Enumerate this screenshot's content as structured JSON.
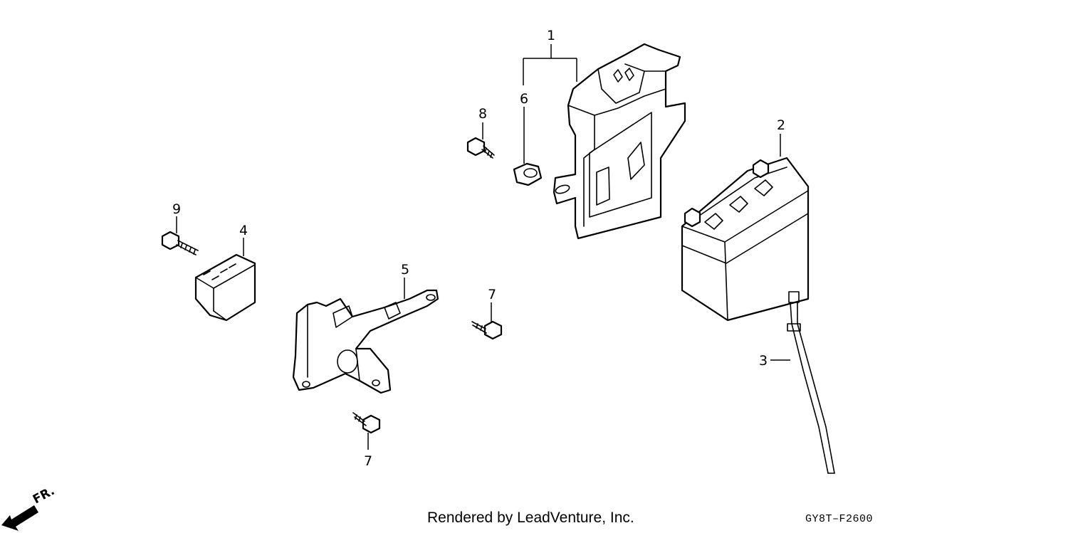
{
  "callouts": {
    "c1": "1",
    "c2": "2",
    "c3": "3",
    "c4": "4",
    "c5": "5",
    "c6": "6",
    "c7a": "7",
    "c7b": "7",
    "c8": "8",
    "c9": "9"
  },
  "front_label": "FR.",
  "credit": "Rendered by LeadVenture, Inc.",
  "figure_code": "GY8T–F2600",
  "line_color": "#000000",
  "background": "#ffffff",
  "icons": {
    "front_direction": "front-arrow-icon"
  }
}
